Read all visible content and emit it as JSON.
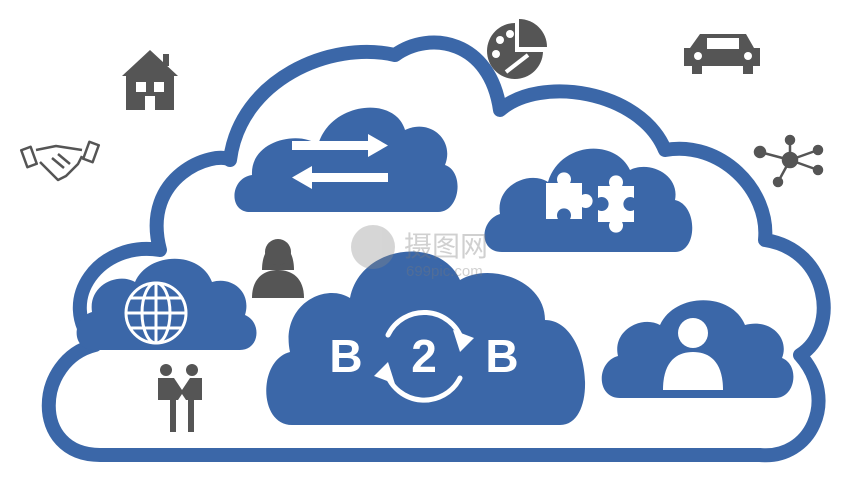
{
  "colors": {
    "cloud_blue": "#3b67a8",
    "icon_gray": "#555555",
    "white": "#ffffff"
  },
  "center": {
    "left_letter": "B",
    "number": "2",
    "right_letter": "B"
  },
  "watermark": {
    "brand": "摄图网",
    "url": "699pic.com"
  },
  "icons": [
    "house-icon",
    "palette-icon",
    "car-icon",
    "handshake-icon",
    "network-icon",
    "exchange-arrows-icon",
    "puzzle-icon",
    "woman-icon",
    "globe-icon",
    "people-handshake-icon",
    "user-icon",
    "cycle-arrows-icon"
  ]
}
